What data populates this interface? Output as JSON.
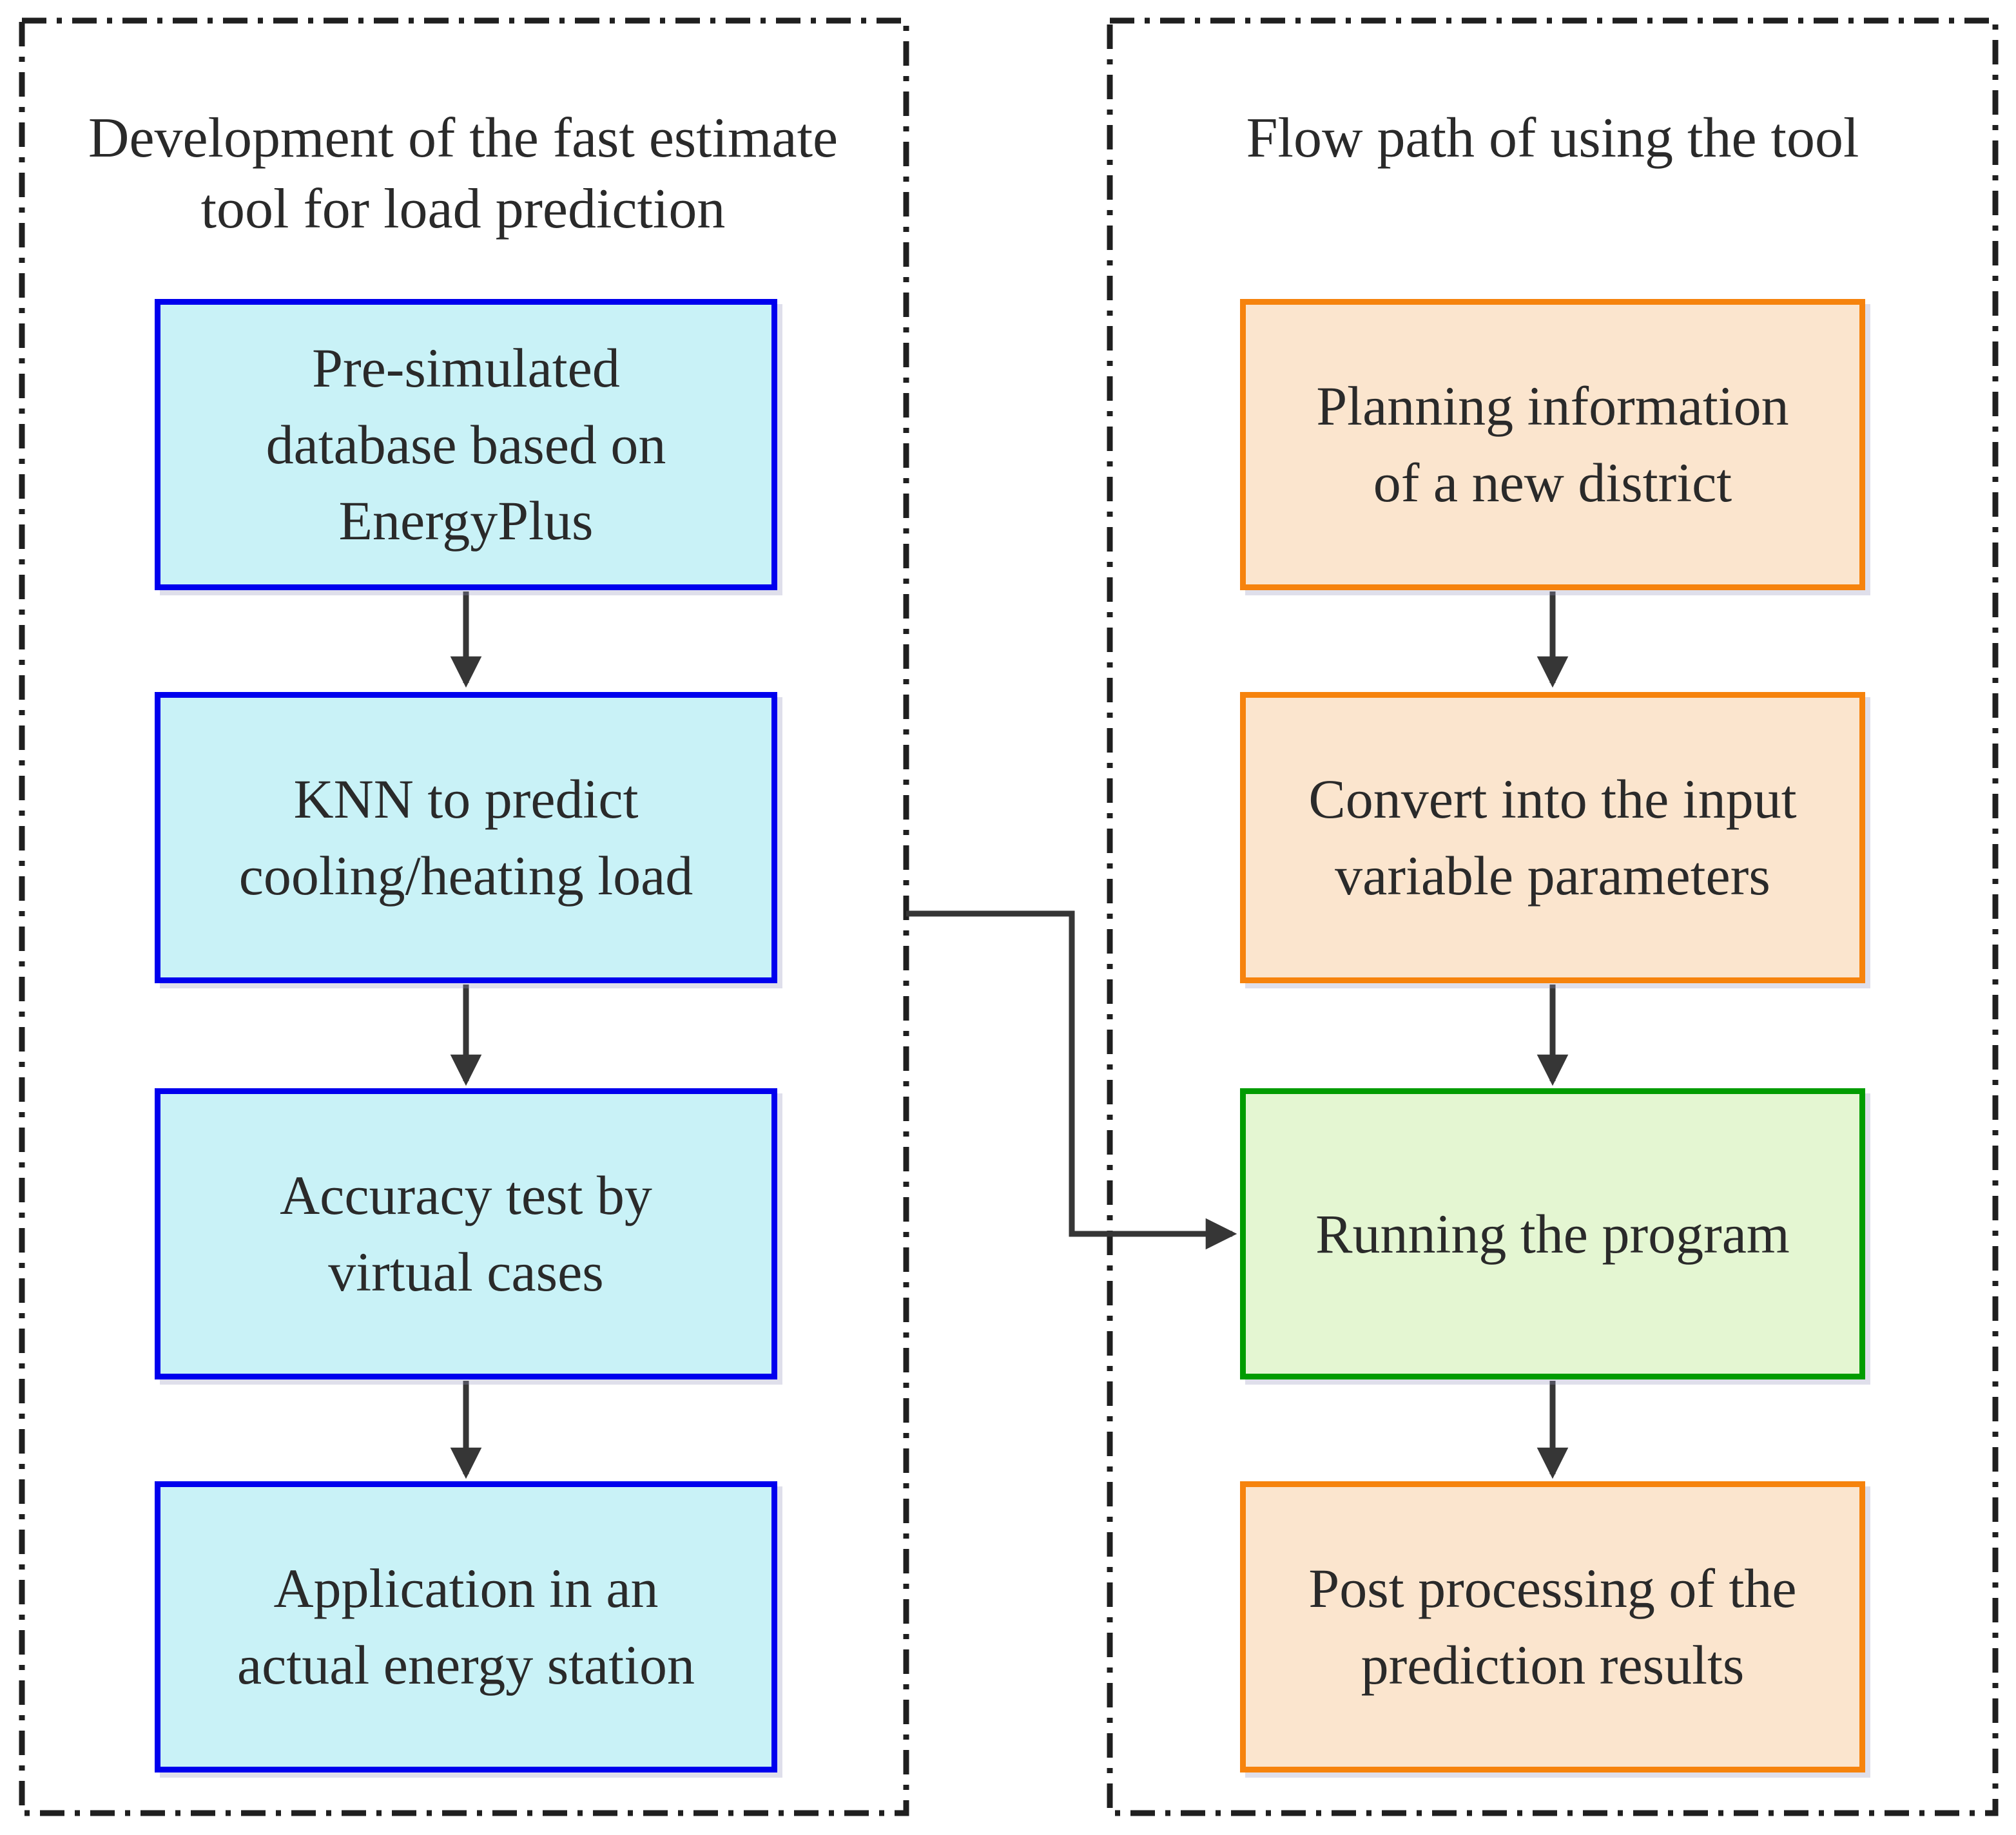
{
  "left_panel": {
    "title": "Development of the fast estimate\ntool for load prediction",
    "boxes": [
      {
        "id": "pre-simulated-database",
        "label": "Pre-simulated\ndatabase based on\nEnergyPlus",
        "style": "cyan"
      },
      {
        "id": "knn-predict",
        "label": "KNN to predict\ncooling/heating load",
        "style": "cyan"
      },
      {
        "id": "accuracy-test",
        "label": "Accuracy test by\nvirtual cases",
        "style": "cyan"
      },
      {
        "id": "application-actual-station",
        "label": "Application in an\nactual  energy station",
        "style": "cyan"
      }
    ]
  },
  "right_panel": {
    "title": "Flow path of using the tool",
    "boxes": [
      {
        "id": "planning-information",
        "label": "Planning information\nof a new district",
        "style": "orange"
      },
      {
        "id": "convert-input-parameters",
        "label": "Convert into the input\nvariable parameters",
        "style": "orange"
      },
      {
        "id": "running-program",
        "label": "Running the program",
        "style": "green"
      },
      {
        "id": "post-processing",
        "label": "Post processing of the\nprediction results",
        "style": "orange"
      }
    ]
  },
  "edges": [
    {
      "from": "pre-simulated-database",
      "to": "knn-predict"
    },
    {
      "from": "knn-predict",
      "to": "accuracy-test"
    },
    {
      "from": "accuracy-test",
      "to": "application-actual-station"
    },
    {
      "from": "planning-information",
      "to": "convert-input-parameters"
    },
    {
      "from": "convert-input-parameters",
      "to": "running-program"
    },
    {
      "from": "running-program",
      "to": "post-processing"
    },
    {
      "from": "left-panel",
      "to": "running-program"
    }
  ],
  "colors": {
    "cyan_fill": "#c9f2f7",
    "cyan_border": "#0000ee",
    "orange_fill": "#fbe5ce",
    "orange_border": "#f6830d",
    "green_fill": "#e4f6d2",
    "green_border": "#019c01",
    "line_color": "#363636",
    "panel_border": "#1f1f1f",
    "text_color": "#2a2a2a"
  }
}
